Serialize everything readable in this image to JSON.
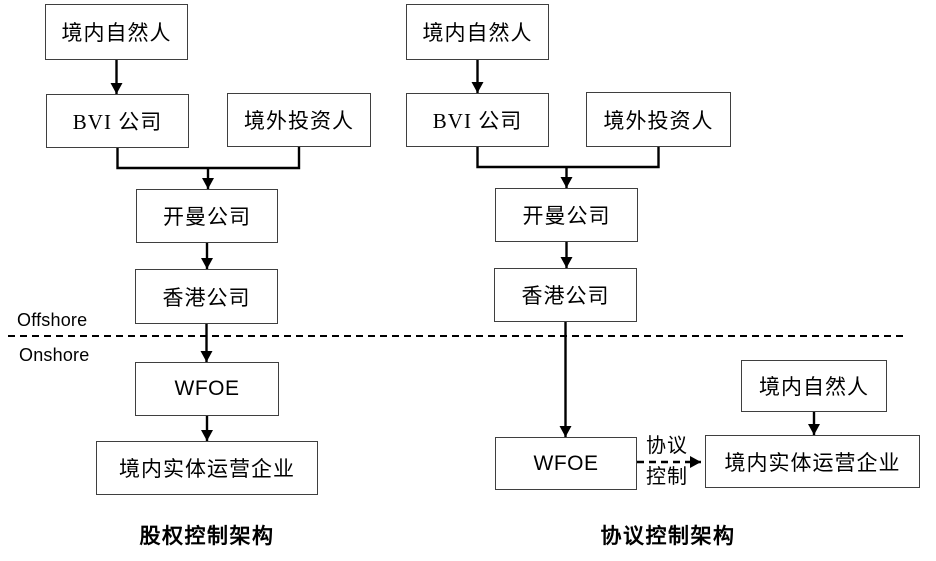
{
  "divider": {
    "offshore_label": "Offshore",
    "onshore_label": "Onshore"
  },
  "left": {
    "caption": "股权控制架构",
    "nodes": {
      "domestic_person": "境内自然人",
      "bvi": "BVI 公司",
      "foreign_investor": "境外投资人",
      "cayman": "开曼公司",
      "hongkong": "香港公司",
      "wfoe": "WFOE",
      "operating_entity": "境内实体运营企业"
    }
  },
  "right": {
    "caption": "协议控制架构",
    "nodes": {
      "domestic_person": "境内自然人",
      "bvi": "BVI 公司",
      "foreign_investor": "境外投资人",
      "cayman": "开曼公司",
      "hongkong": "香港公司",
      "wfoe": "WFOE",
      "domestic_person_onshore": "境内自然人",
      "operating_entity": "境内实体运营企业"
    },
    "vie_link": {
      "label_top": "协议",
      "label_bottom": "控制"
    }
  },
  "colors": {
    "background": "#ffffff",
    "line": "#000000",
    "box_border": "#3f3f3f",
    "text": "#000000"
  }
}
